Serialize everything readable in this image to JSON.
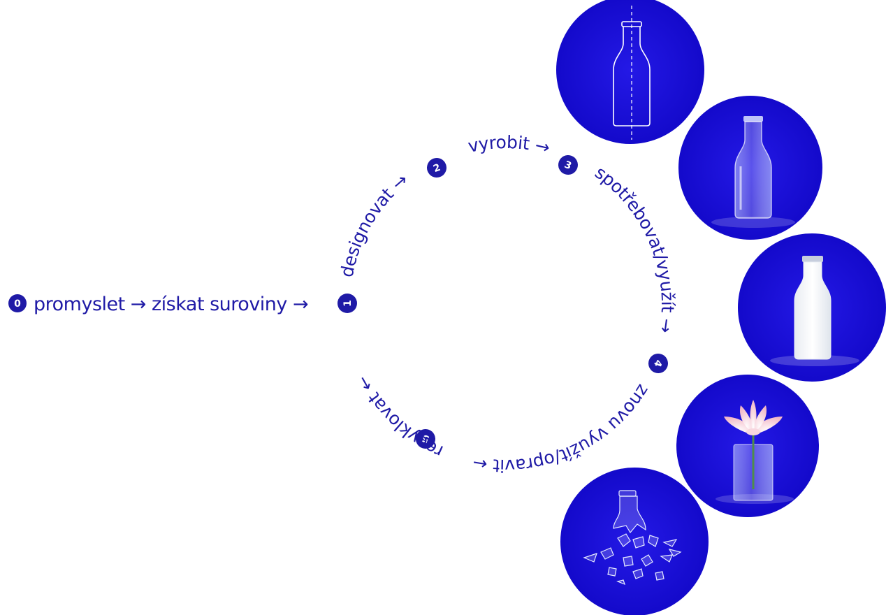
{
  "diagram": {
    "start_number": "0",
    "lead_text": "promyslet → získat suroviny →",
    "cycle_steps": [
      {
        "number": "1",
        "label": "designovat →"
      },
      {
        "number": "2",
        "label": "vyrobit →"
      },
      {
        "number": "3",
        "label": "spotřebovat/využít →"
      },
      {
        "number": "4",
        "label": "znovu využít/opravit ←"
      },
      {
        "number": "5",
        "label": "recyklovat ←"
      }
    ],
    "stage_images": [
      {
        "name": "bottle-blueprint",
        "icon": "bottle-outline-icon"
      },
      {
        "name": "empty-glass-bottle",
        "icon": "glass-bottle-icon"
      },
      {
        "name": "milk-bottle",
        "icon": "milk-bottle-icon"
      },
      {
        "name": "flower-vase",
        "icon": "flower-vase-icon"
      },
      {
        "name": "broken-glass",
        "icon": "broken-glass-icon"
      }
    ],
    "colors": {
      "accent": "#1f1aa6",
      "circle_fill": "#1a0fd6",
      "background": "#ffffff"
    }
  }
}
